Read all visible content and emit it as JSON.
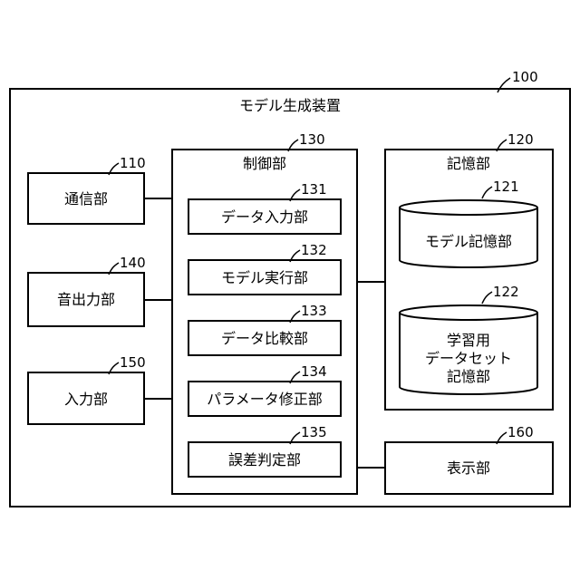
{
  "apparatus": {
    "ref": "100",
    "title": "モデル生成装置"
  },
  "comm": {
    "ref": "110",
    "label": "通信部"
  },
  "sound": {
    "ref": "140",
    "label": "音出力部"
  },
  "input": {
    "ref": "150",
    "label": "入力部"
  },
  "control": {
    "ref": "130",
    "title": "制御部",
    "units": [
      {
        "ref": "131",
        "label": "データ入力部"
      },
      {
        "ref": "132",
        "label": "モデル実行部"
      },
      {
        "ref": "133",
        "label": "データ比較部"
      },
      {
        "ref": "134",
        "label": "パラメータ修正部"
      },
      {
        "ref": "135",
        "label": "誤差判定部"
      }
    ]
  },
  "storage": {
    "ref": "120",
    "title": "記憶部",
    "model_db": {
      "ref": "121",
      "label": "モデル記憶部"
    },
    "dataset_db": {
      "ref": "122",
      "lines": [
        "学習用",
        "データセット",
        "記憶部"
      ]
    }
  },
  "display": {
    "ref": "160",
    "label": "表示部"
  }
}
